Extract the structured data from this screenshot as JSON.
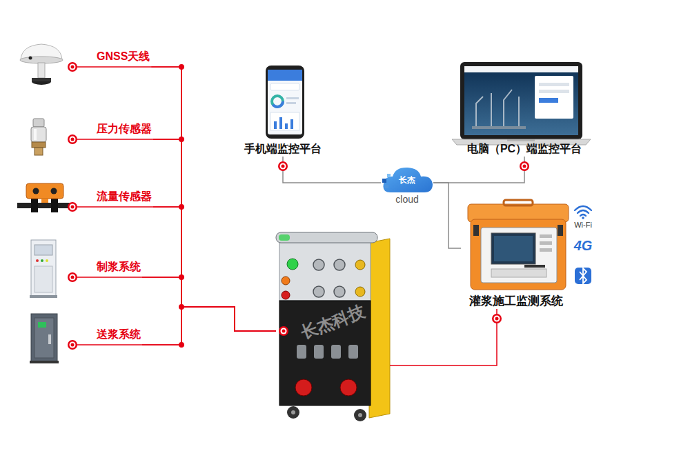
{
  "diagram": {
    "nodes": [
      {
        "text": [
          "GNSS天线"
        ]
      },
      {
        "text": [
          "压力传感器"
        ]
      },
      {
        "text": [
          "流量传感器"
        ]
      },
      {
        "text": [
          "制浆系统"
        ]
      },
      {
        "text": [
          "送浆系统"
        ]
      },
      {
        "text": [
          "手机端监控平台"
        ]
      },
      {
        "text": [
          "电脑（PC）端监控平台"
        ]
      },
      {
        "text": [
          "长杰",
          "cloud"
        ]
      },
      {
        "text": [
          "灌浆施工监测系统"
        ]
      },
      {
        "text": [
          "长杰科技"
        ]
      }
    ],
    "edges": [
      {
        "from": 0,
        "to": 9,
        "arrow": "none"
      },
      {
        "from": 1,
        "to": 9,
        "arrow": "none"
      },
      {
        "from": 2,
        "to": 9,
        "arrow": "none"
      },
      {
        "from": 3,
        "to": 9,
        "arrow": "none"
      },
      {
        "from": 4,
        "to": 9,
        "arrow": "none"
      },
      {
        "from": 5,
        "to": 7,
        "arrow": "none"
      },
      {
        "from": 6,
        "to": 7,
        "arrow": "none"
      },
      {
        "from": 7,
        "to": 8,
        "arrow": "none"
      },
      {
        "from": 8,
        "to": 9,
        "arrow": "none"
      }
    ],
    "labels": [
      "Wi-Fi",
      "4G"
    ]
  }
}
